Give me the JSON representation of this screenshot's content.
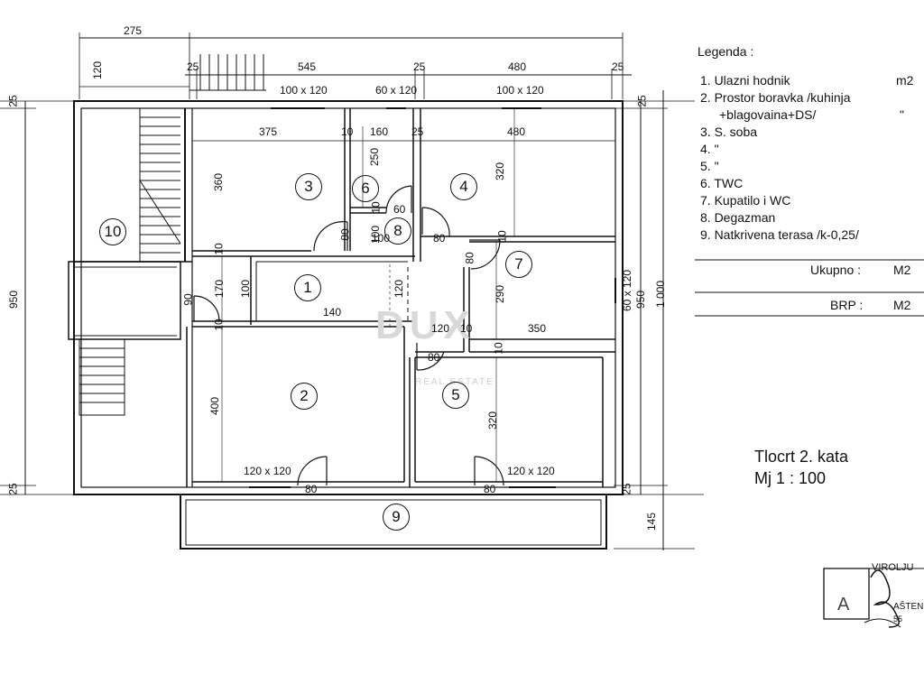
{
  "legend": {
    "title": "Legenda :",
    "items": [
      "1.  Ulazni hodnik",
      "2.  Prostor boravka /kuhinja",
      "+blagovaina+DS/",
      "3.  S. soba",
      "4.      \"",
      "5.      \"",
      "6.  TWC",
      "7.  Kupatilo i WC",
      "8.  Degazman",
      "9.  Natkrivena terasa /k-0,25/"
    ],
    "unit_header": "m2",
    "ditto": "\"",
    "total_label": "Ukupno :",
    "total_unit": "M2",
    "brp_label": "BRP :",
    "brp_unit": "M2"
  },
  "title": {
    "line1": "Tlocrt  2. kata",
    "line2": "Mj  1 : 100"
  },
  "rooms": [
    "1",
    "2",
    "3",
    "4",
    "5",
    "6",
    "7",
    "8",
    "9",
    "10"
  ],
  "dims": {
    "d275": "275",
    "d545": "545",
    "d480": "480",
    "d25": "25",
    "d120": "120",
    "w100x120": "100 x 120",
    "w60x120": "60 x 120",
    "w120x120": "120 x 120",
    "d375": "375",
    "d10": "10",
    "d160": "160",
    "d250": "250",
    "d360": "360",
    "d320": "320",
    "d80": "80",
    "d100": "100",
    "d90": "90",
    "d170": "170",
    "d140": "140",
    "d290": "290",
    "d350": "350",
    "d400": "400",
    "d950": "950",
    "d1000": "1 000",
    "d145": "145",
    "d60": "60"
  },
  "watermark": {
    "logo": "DUX",
    "sub": "REAL ESTATE"
  },
  "stamp": {
    "letter": "A",
    "t1": "VIROLJU",
    "t2": "AŠTEN",
    "t3": "55"
  }
}
